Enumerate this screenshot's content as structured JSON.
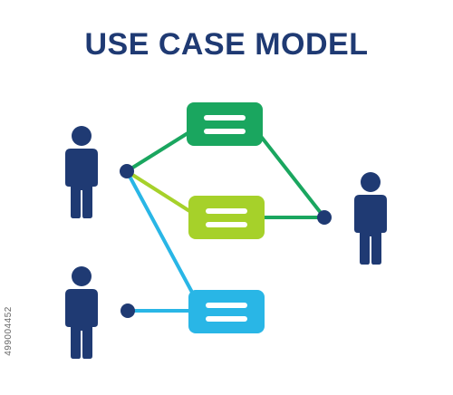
{
  "title": "USE CASE MODEL",
  "colors": {
    "title": "#1f3a73",
    "actor": "#1f3a73",
    "usecase_top": "#1aa65f",
    "usecase_middle": "#a6d12a",
    "usecase_bottom": "#29b6e6",
    "bar": "#ffffff"
  },
  "actors": [
    {
      "name": "actor-top-left",
      "icon": "person-icon"
    },
    {
      "name": "actor-bottom-left",
      "icon": "person-icon"
    },
    {
      "name": "actor-right",
      "icon": "person-icon"
    }
  ],
  "usecases": [
    {
      "name": "usecase-top",
      "color": "#1aa65f"
    },
    {
      "name": "usecase-middle",
      "color": "#a6d12a"
    },
    {
      "name": "usecase-bottom",
      "color": "#29b6e6"
    }
  ],
  "watermark_side_id": "499004452"
}
